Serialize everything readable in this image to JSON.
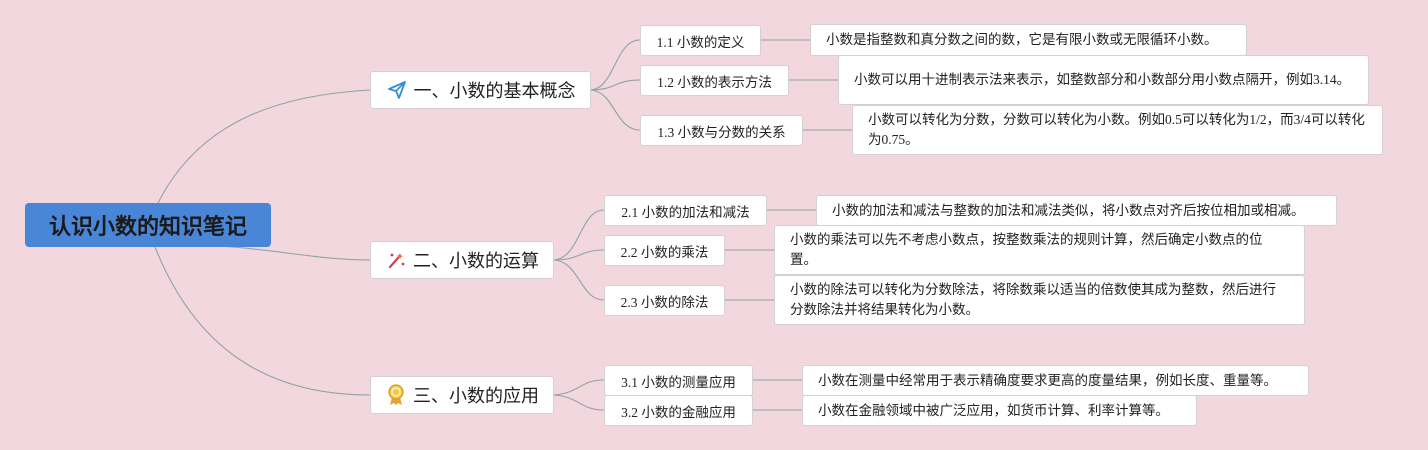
{
  "root": {
    "title": "认识小数的知识笔记"
  },
  "branches": [
    {
      "title": "一、小数的基本概念",
      "icon": "paper-plane-icon",
      "children": [
        {
          "label": "1.1 小数的定义",
          "note": "小数是指整数和真分数之间的数，它是有限小数或无限循环小数。"
        },
        {
          "label": "1.2 小数的表示方法",
          "note": "小数可以用十进制表示法来表示，如整数部分和小数部分用小数点隔开，例如3.14。"
        },
        {
          "label": "1.3 小数与分数的关系",
          "note": "小数可以转化为分数，分数可以转化为小数。例如0.5可以转化为1/2，而3/4可以转化为0.75。"
        }
      ]
    },
    {
      "title": "二、小数的运算",
      "icon": "magic-wand-icon",
      "children": [
        {
          "label": "2.1 小数的加法和减法",
          "note": "小数的加法和减法与整数的加法和减法类似，将小数点对齐后按位相加或相减。"
        },
        {
          "label": "2.2 小数的乘法",
          "note": "小数的乘法可以先不考虑小数点，按整数乘法的规则计算，然后确定小数点的位置。"
        },
        {
          "label": "2.3 小数的除法",
          "note": "小数的除法可以转化为分数除法，将除数乘以适当的倍数使其成为整数，然后进行分数除法并将结果转化为小数。"
        }
      ]
    },
    {
      "title": "三、小数的应用",
      "icon": "award-medal-icon",
      "children": [
        {
          "label": "3.1 小数的测量应用",
          "note": "小数在测量中经常用于表示精确度要求更高的度量结果，例如长度、重量等。"
        },
        {
          "label": "3.2 小数的金融应用",
          "note": "小数在金融领域中被广泛应用，如货币计算、利率计算等。"
        }
      ]
    }
  ],
  "colors": {
    "background": "#f2d7df",
    "root_fill": "#4a86d8",
    "link": "#8fa39f"
  }
}
